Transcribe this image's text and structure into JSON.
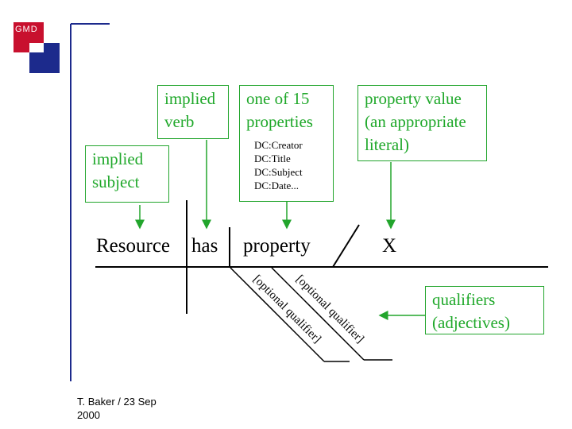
{
  "logo": {
    "text": "GMD",
    "colors": {
      "red": "#c8102e",
      "blue": "#1c2a8c"
    }
  },
  "labels": {
    "implied_subject": [
      "implied",
      "subject"
    ],
    "implied_verb": [
      "implied",
      "verb"
    ],
    "one_of_properties": [
      "one of 15",
      "properties"
    ],
    "property_value": [
      "property value",
      "(an appropriate",
      "literal)"
    ],
    "qualifiers": [
      "qualifiers",
      "(adjectives)"
    ]
  },
  "dc_properties": [
    "DC:Creator",
    "DC:Title",
    "DC:Subject",
    "DC:Date..."
  ],
  "sentence": {
    "subject": "Resource",
    "verb": "has",
    "object": "property",
    "value": "X"
  },
  "qualifier_lines": [
    "[optional qualifier]",
    "[optional qualifier]"
  ],
  "footer": [
    "T. Baker / 23 Sep",
    "2000"
  ],
  "colors": {
    "accent_green": "#22a52c",
    "frame_blue": "#1c2a8c",
    "line": "#000000"
  }
}
